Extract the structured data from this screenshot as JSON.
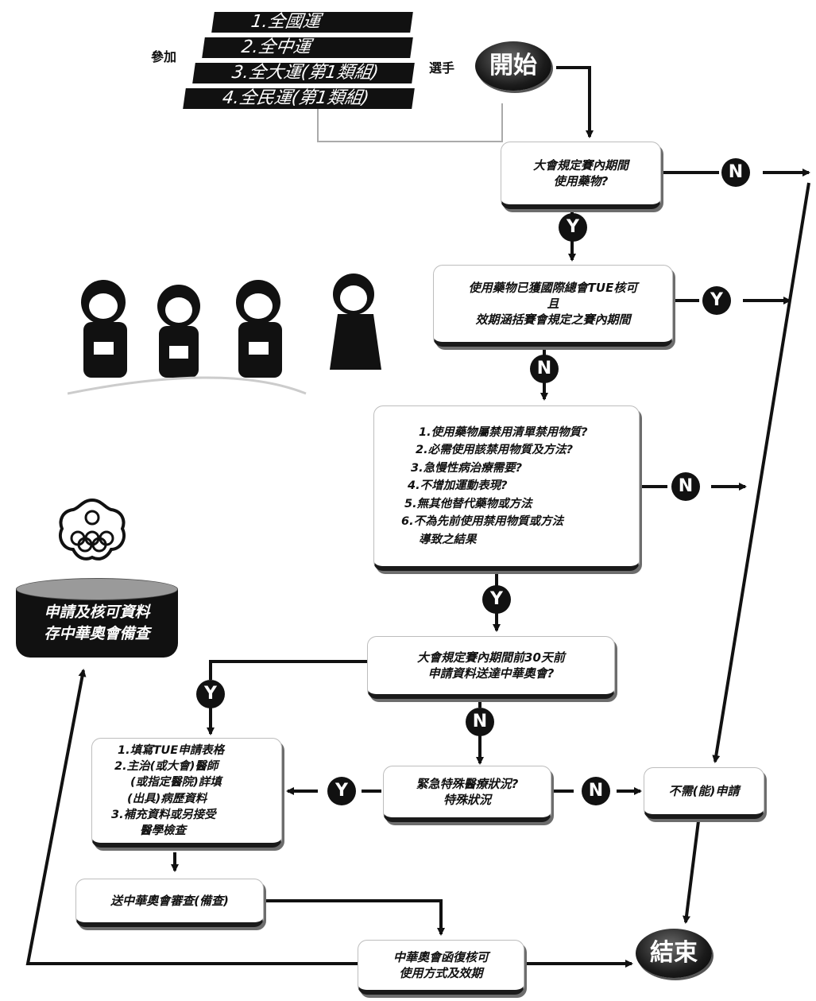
{
  "participate_label": "參加",
  "athlete_label": "選手",
  "events": [
    "1.全國運",
    "2.全中運",
    "3.全大運(第1類組)",
    "4.全民運(第1類組)"
  ],
  "start": "開始",
  "end": "結束",
  "decision1": [
    "大會規定賽內期間",
    "使用藥物?"
  ],
  "decision2": [
    "使用藥物已獲國際總會TUE核可",
    "且",
    "效期涵括賽會規定之賽內期間"
  ],
  "criteria": [
    "1.使用藥物屬禁用清單禁用物質?",
    "2.必需使用該禁用物質及方法?",
    "3.急慢性病治療需要?",
    "4.不增加運動表現?",
    "5.無其他替代藥物或方法",
    "6.不為先前使用禁用物質或方法",
    "導致之結果"
  ],
  "decision4": [
    "大會規定賽內期間前30天前",
    "申請資料送達中華奧會?"
  ],
  "decision5": [
    "緊急特殊醫療狀況?",
    "特殊狀況"
  ],
  "no_apply": "不需(能)申請",
  "apply_steps": [
    "1.填寫TUE申請表格",
    "2.主治(或大會)醫師",
    "(或指定醫院)詳填",
    "(出具)病歷資料",
    "3.補充資料或另接受",
    "醫學檢查"
  ],
  "send_review": "送中華奧會審查(備查)",
  "reply": [
    "中華奧會函復核可",
    "使用方式及效期"
  ],
  "archive": [
    "申請及核可資料",
    "存中華奧會備查"
  ],
  "yes": "Y",
  "no": "N",
  "colors": {
    "ink": "#111111",
    "paper": "#ffffff",
    "shadow": "#6d6d6d"
  }
}
